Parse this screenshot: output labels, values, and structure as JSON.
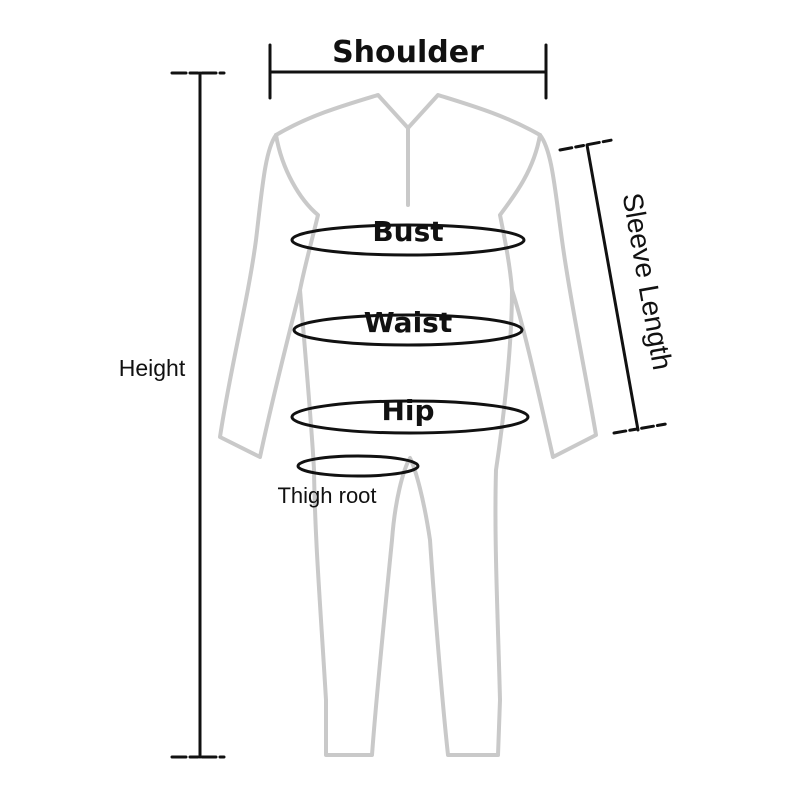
{
  "labels": {
    "shoulder": "Shoulder",
    "bust": "Bust",
    "waist": "Waist",
    "hip": "Hip",
    "thigh_root": "Thigh root",
    "height": "Height",
    "sleeve_length": "Sleeve Length"
  },
  "colors": {
    "garment_outline": "#c9c9c9",
    "measure_line": "#111111",
    "text": "#111111",
    "background": "#ffffff"
  }
}
